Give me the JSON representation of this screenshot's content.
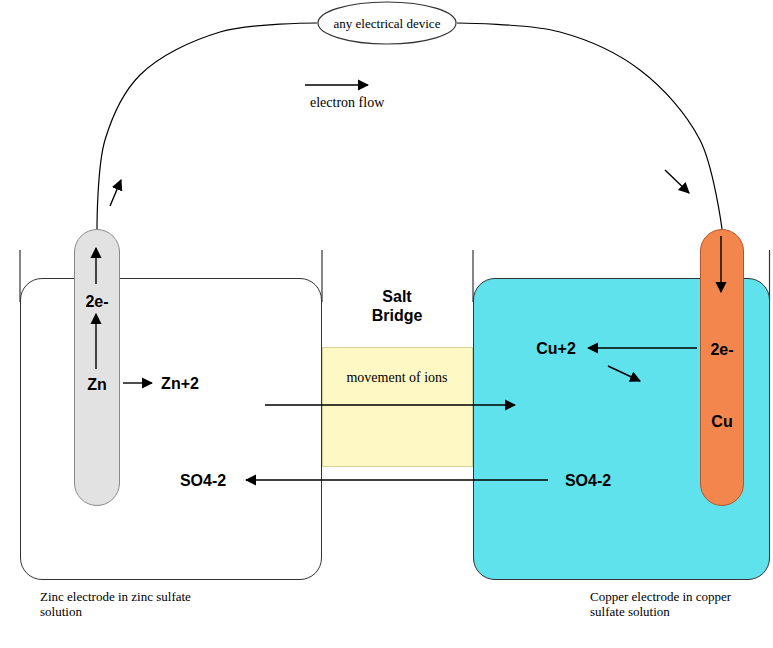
{
  "diagram": {
    "nodes": [
      {
        "text": [
          "any electrical device"
        ]
      },
      {
        "text": [
          "Zn+2",
          "SO4-2",
          "Zinc electrode in zinc sulfate solution"
        ]
      },
      {
        "text": [
          "2e-",
          "Zn"
        ],
        "in": 1
      },
      {
        "text": [
          "Salt Bridge",
          "movement of ions"
        ]
      },
      {
        "text": [
          "Cu+2",
          "SO4-2",
          "Copper electrode in copper sulfate solution"
        ]
      },
      {
        "text": [
          "2e-",
          "Cu"
        ],
        "in": 4
      }
    ],
    "edges": [
      {
        "from": 2,
        "to": 0,
        "arrow": "none"
      },
      {
        "from": 0,
        "to": 5,
        "arrow": "none"
      }
    ],
    "labels": [
      "electron flow"
    ]
  }
}
